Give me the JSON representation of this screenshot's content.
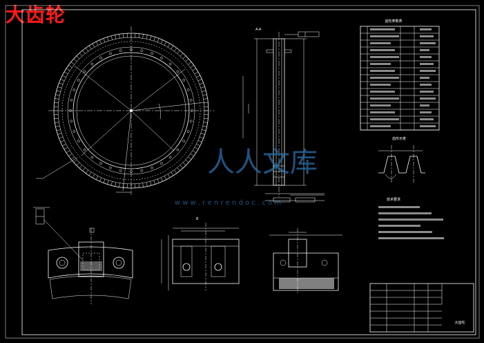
{
  "title": "大齿轮",
  "param_table_title": "齿轮参数表",
  "detail_label": "A-A",
  "tooth_profile_label": "齿形示意",
  "notes_title": "技术要求",
  "title_block_drawing_name": "大齿轮",
  "watermark_text": "人人文库",
  "watermark_url": "w w w . r e n r e n d o c . c o m",
  "colors": {
    "title": "#ff1a1a",
    "lines": "#ffffff",
    "watermark": "#2a6ea8"
  }
}
